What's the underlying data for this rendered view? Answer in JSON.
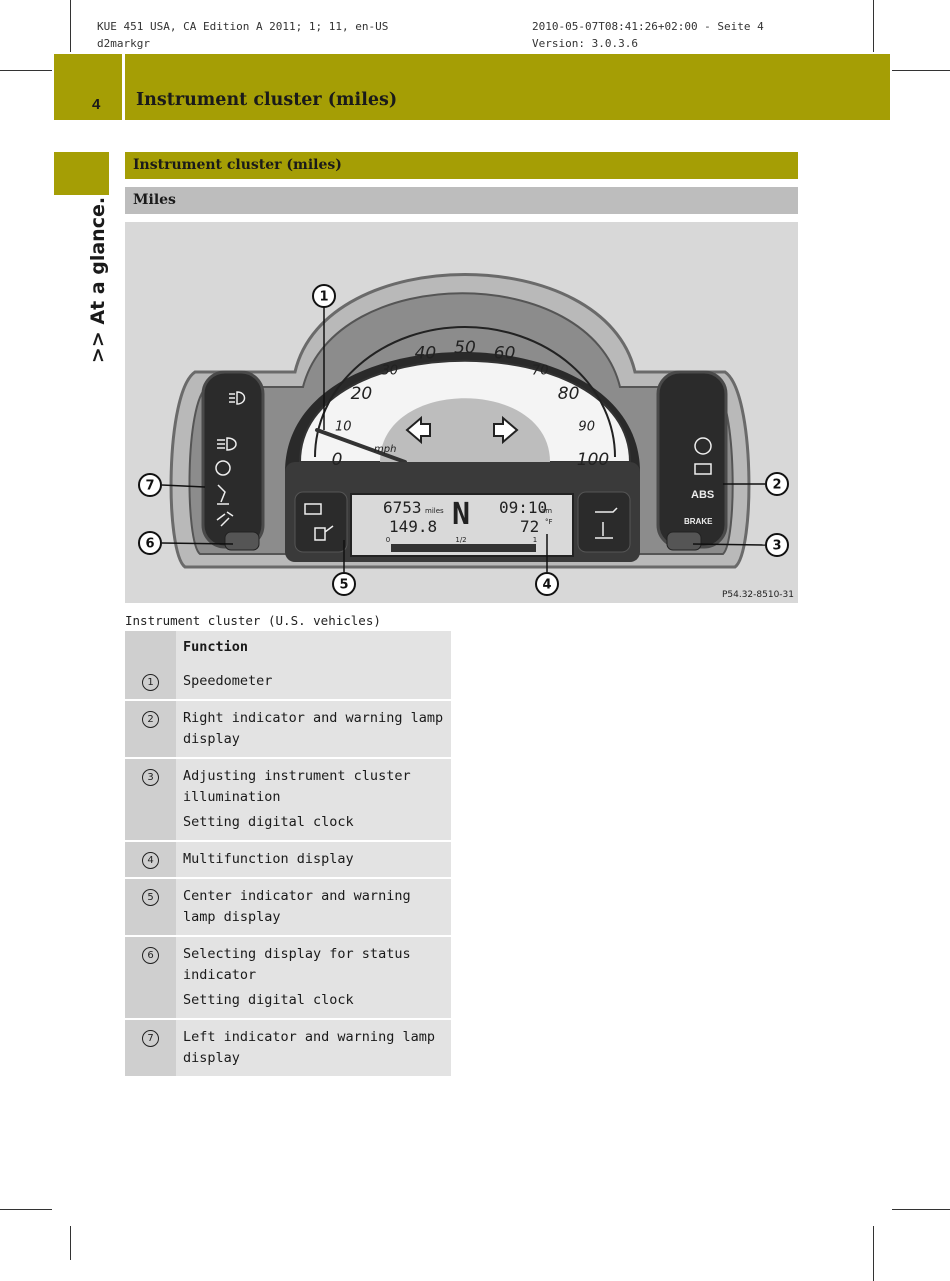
{
  "header": {
    "left_line1": "KUE 451 USA, CA Edition A 2011; 1; 11, en-US",
    "left_line2": "d2markgr",
    "right_line1": "2010-05-07T08:41:26+02:00 - Seite 4",
    "right_line2": "Version: 3.0.3.6"
  },
  "page": {
    "number": "4",
    "chapter_title": "Instrument cluster (miles)",
    "side_label": ">> At a glance."
  },
  "section": {
    "title": "Instrument cluster (miles)",
    "subtitle": "Miles"
  },
  "figure": {
    "speed_marks": [
      "0",
      "10",
      "20",
      "30",
      "40",
      "50",
      "60",
      "70",
      "80",
      "90",
      "100"
    ],
    "unit": "mph",
    "odometer": "6753",
    "odometer_unit": "miles",
    "gear": "N",
    "clock": "09:10",
    "clock_suffix": "am",
    "trip": "149.8",
    "temperature": "72",
    "temperature_unit": "°F",
    "fuel_labels": [
      "0",
      "1/2",
      "1"
    ],
    "abs_label": "ABS",
    "brake_label": "BRAKE",
    "callouts": [
      "1",
      "2",
      "3",
      "4",
      "5",
      "6",
      "7"
    ],
    "code": "P54.32-8510-31"
  },
  "caption": "Instrument cluster (U.S. vehicles)",
  "table": {
    "header": "Function",
    "rows": [
      {
        "num": "1",
        "text": "Speedometer"
      },
      {
        "num": "2",
        "text": "Right indicator and warning lamp display"
      },
      {
        "num": "3",
        "text": "Adjusting instrument cluster illumination",
        "text2": "Setting digital clock"
      },
      {
        "num": "4",
        "text": "Multifunction display"
      },
      {
        "num": "5",
        "text": "Center indicator and warning lamp display"
      },
      {
        "num": "6",
        "text": "Selecting display for status indicator",
        "text2": "Setting digital clock"
      },
      {
        "num": "7",
        "text": "Left indicator and warning lamp display"
      }
    ]
  },
  "colors": {
    "accent": "#a59e05",
    "section_grey": "#bdbdbd",
    "table_cell": "#e3e3e3",
    "table_num": "#cfcfcf"
  }
}
